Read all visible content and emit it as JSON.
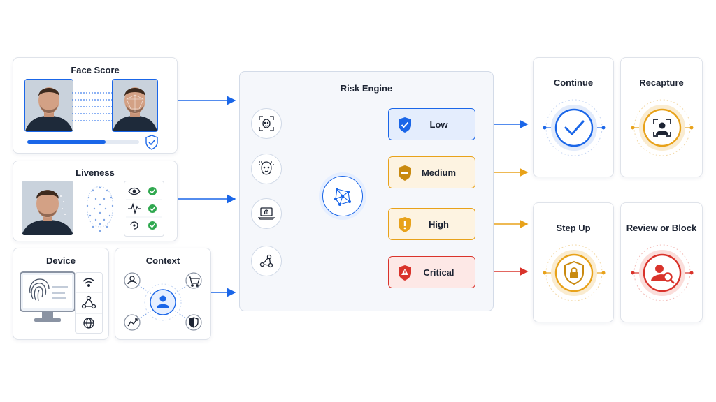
{
  "inputs": {
    "face_score": {
      "title": "Face Score"
    },
    "liveness": {
      "title": "Liveness"
    },
    "device": {
      "title": "Device"
    },
    "context": {
      "title": "Context"
    }
  },
  "engine": {
    "title": "Risk Engine"
  },
  "risk_levels": [
    {
      "label": "Low",
      "color": "#1a66e8"
    },
    {
      "label": "Medium",
      "color": "#e8a21a"
    },
    {
      "label": "High",
      "color": "#e8a21a"
    },
    {
      "label": "Critical",
      "color": "#d9332b"
    }
  ],
  "outcomes": {
    "continue": "Continue",
    "recapture": "Recapture",
    "step_up": "Step Up",
    "review": "Review or Block"
  },
  "colors": {
    "blue": "#1a66e8",
    "amber": "#e8a21a",
    "red": "#d9332b"
  },
  "face_score_progress": 0.7
}
